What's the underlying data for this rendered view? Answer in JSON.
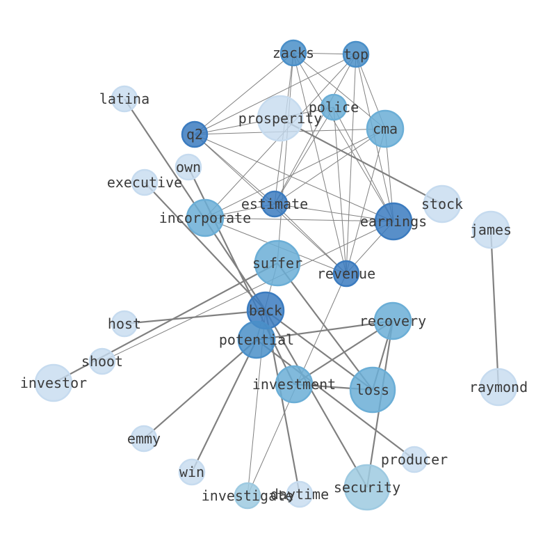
{
  "graph": {
    "node_color_levels": {
      "light": "#c6dbef",
      "pale": "#9ecae1",
      "mid": "#6baed6",
      "strong": "#4a8fc8",
      "dark": "#3b7bbf"
    },
    "edge_color": "#808080",
    "nodes": [
      {
        "id": "zacks",
        "label": "zacks",
        "level": "strong"
      },
      {
        "id": "top",
        "label": "top",
        "level": "strong"
      },
      {
        "id": "latina",
        "label": "latina",
        "level": "light"
      },
      {
        "id": "police",
        "label": "police",
        "level": "mid"
      },
      {
        "id": "prosperity",
        "label": "prosperity",
        "level": "light"
      },
      {
        "id": "cma",
        "label": "cma",
        "level": "mid"
      },
      {
        "id": "q2",
        "label": "q2",
        "level": "dark"
      },
      {
        "id": "own",
        "label": "own",
        "level": "light"
      },
      {
        "id": "executive",
        "label": "executive",
        "level": "light"
      },
      {
        "id": "estimate",
        "label": "estimate",
        "level": "dark"
      },
      {
        "id": "stock",
        "label": "stock",
        "level": "light"
      },
      {
        "id": "incorporate",
        "label": "incorporate",
        "level": "mid"
      },
      {
        "id": "earnings",
        "label": "earnings",
        "level": "dark"
      },
      {
        "id": "james",
        "label": "james",
        "level": "light"
      },
      {
        "id": "suffer",
        "label": "suffer",
        "level": "mid"
      },
      {
        "id": "revenue",
        "label": "revenue",
        "level": "dark"
      },
      {
        "id": "back",
        "label": "back",
        "level": "dark"
      },
      {
        "id": "host",
        "label": "host",
        "level": "light"
      },
      {
        "id": "recovery",
        "label": "recovery",
        "level": "mid"
      },
      {
        "id": "potential",
        "label": "potential",
        "level": "strong"
      },
      {
        "id": "shoot",
        "label": "shoot",
        "level": "light"
      },
      {
        "id": "investor",
        "label": "investor",
        "level": "light"
      },
      {
        "id": "investment",
        "label": "investment",
        "level": "mid"
      },
      {
        "id": "loss",
        "label": "loss",
        "level": "mid"
      },
      {
        "id": "raymond",
        "label": "raymond",
        "level": "light"
      },
      {
        "id": "emmy",
        "label": "emmy",
        "level": "light"
      },
      {
        "id": "producer",
        "label": "producer",
        "level": "light"
      },
      {
        "id": "win",
        "label": "win",
        "level": "light"
      },
      {
        "id": "security",
        "label": "security",
        "level": "pale"
      },
      {
        "id": "investigate",
        "label": "investigate",
        "level": "pale"
      },
      {
        "id": "daytime",
        "label": "daytime",
        "level": "light"
      }
    ],
    "edges": [
      {
        "source": "zacks",
        "target": "top",
        "weight": 1
      },
      {
        "source": "zacks",
        "target": "q2",
        "weight": 1
      },
      {
        "source": "zacks",
        "target": "estimate",
        "weight": 1
      },
      {
        "source": "zacks",
        "target": "earnings",
        "weight": 1
      },
      {
        "source": "zacks",
        "target": "revenue",
        "weight": 1
      },
      {
        "source": "zacks",
        "target": "cma",
        "weight": 1
      },
      {
        "source": "top",
        "target": "q2",
        "weight": 1
      },
      {
        "source": "top",
        "target": "estimate",
        "weight": 1
      },
      {
        "source": "top",
        "target": "earnings",
        "weight": 1
      },
      {
        "source": "top",
        "target": "revenue",
        "weight": 1
      },
      {
        "source": "top",
        "target": "cma",
        "weight": 1
      },
      {
        "source": "top",
        "target": "incorporate",
        "weight": 1
      },
      {
        "source": "police",
        "target": "q2",
        "weight": 1
      },
      {
        "source": "police",
        "target": "earnings",
        "weight": 1
      },
      {
        "source": "police",
        "target": "revenue",
        "weight": 1
      },
      {
        "source": "police",
        "target": "estimate",
        "weight": 1
      },
      {
        "source": "cma",
        "target": "q2",
        "weight": 1
      },
      {
        "source": "cma",
        "target": "earnings",
        "weight": 1
      },
      {
        "source": "cma",
        "target": "revenue",
        "weight": 1
      },
      {
        "source": "cma",
        "target": "estimate",
        "weight": 1
      },
      {
        "source": "cma",
        "target": "incorporate",
        "weight": 1
      },
      {
        "source": "q2",
        "target": "estimate",
        "weight": 1
      },
      {
        "source": "q2",
        "target": "earnings",
        "weight": 1
      },
      {
        "source": "q2",
        "target": "revenue",
        "weight": 1
      },
      {
        "source": "estimate",
        "target": "earnings",
        "weight": 1
      },
      {
        "source": "estimate",
        "target": "revenue",
        "weight": 1
      },
      {
        "source": "estimate",
        "target": "incorporate",
        "weight": 1
      },
      {
        "source": "incorporate",
        "target": "earnings",
        "weight": 1
      },
      {
        "source": "incorporate",
        "target": "revenue",
        "weight": 1
      },
      {
        "source": "earnings",
        "target": "revenue",
        "weight": 1
      },
      {
        "source": "zacks",
        "target": "suffer",
        "weight": 1
      },
      {
        "source": "earnings",
        "target": "shoot",
        "weight": 1
      },
      {
        "source": "revenue",
        "target": "investigate",
        "weight": 1
      },
      {
        "source": "latina",
        "target": "back",
        "weight": 2
      },
      {
        "source": "prosperity",
        "target": "stock",
        "weight": 2
      },
      {
        "source": "own",
        "target": "investment",
        "weight": 2
      },
      {
        "source": "executive",
        "target": "back",
        "weight": 2
      },
      {
        "source": "james",
        "target": "raymond",
        "weight": 2
      },
      {
        "source": "suffer",
        "target": "investor",
        "weight": 2
      },
      {
        "source": "suffer",
        "target": "loss",
        "weight": 2
      },
      {
        "source": "suffer",
        "target": "potential",
        "weight": 1
      },
      {
        "source": "back",
        "target": "host",
        "weight": 2
      },
      {
        "source": "back",
        "target": "security",
        "weight": 2
      },
      {
        "source": "back",
        "target": "daytime",
        "weight": 2
      },
      {
        "source": "back",
        "target": "loss",
        "weight": 2
      },
      {
        "source": "back",
        "target": "investigate",
        "weight": 1
      },
      {
        "source": "potential",
        "target": "recovery",
        "weight": 2
      },
      {
        "source": "potential",
        "target": "emmy",
        "weight": 2
      },
      {
        "source": "potential",
        "target": "win",
        "weight": 2
      },
      {
        "source": "potential",
        "target": "producer",
        "weight": 2
      },
      {
        "source": "investment",
        "target": "recovery",
        "weight": 2
      },
      {
        "source": "investment",
        "target": "loss",
        "weight": 2
      },
      {
        "source": "recovery",
        "target": "loss",
        "weight": 2
      },
      {
        "source": "recovery",
        "target": "security",
        "weight": 2
      }
    ]
  }
}
